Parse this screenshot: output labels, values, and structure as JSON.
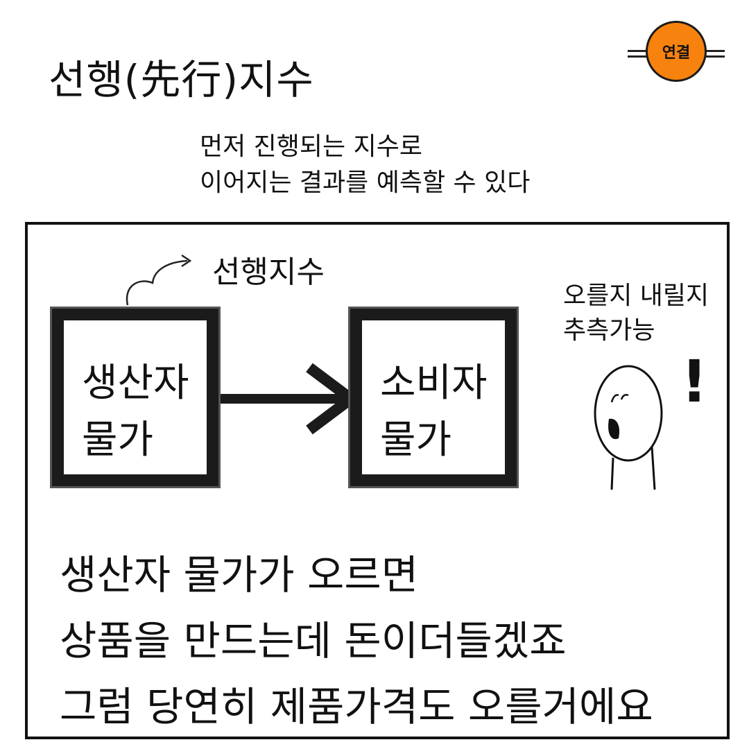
{
  "badge": {
    "label": "연결",
    "color": "#f7820e"
  },
  "title": "선행(先行)지수",
  "subtitle": [
    "먼저 진행되는 지수로",
    "이어지는 결과를 예측할 수 있다"
  ],
  "diagram": {
    "arrow_label": "선행지수",
    "left_box": [
      "생산자",
      "물가"
    ],
    "right_box": [
      "소비자",
      "물가"
    ]
  },
  "character_note": [
    "오를지 내릴지",
    "추측가능"
  ],
  "exclamation": "!",
  "body": [
    "생산자 물가가 오르면",
    "상품을 만드는데 돈이더들겠죠",
    "그럼 당연히 제품가격도 오를거에요"
  ]
}
